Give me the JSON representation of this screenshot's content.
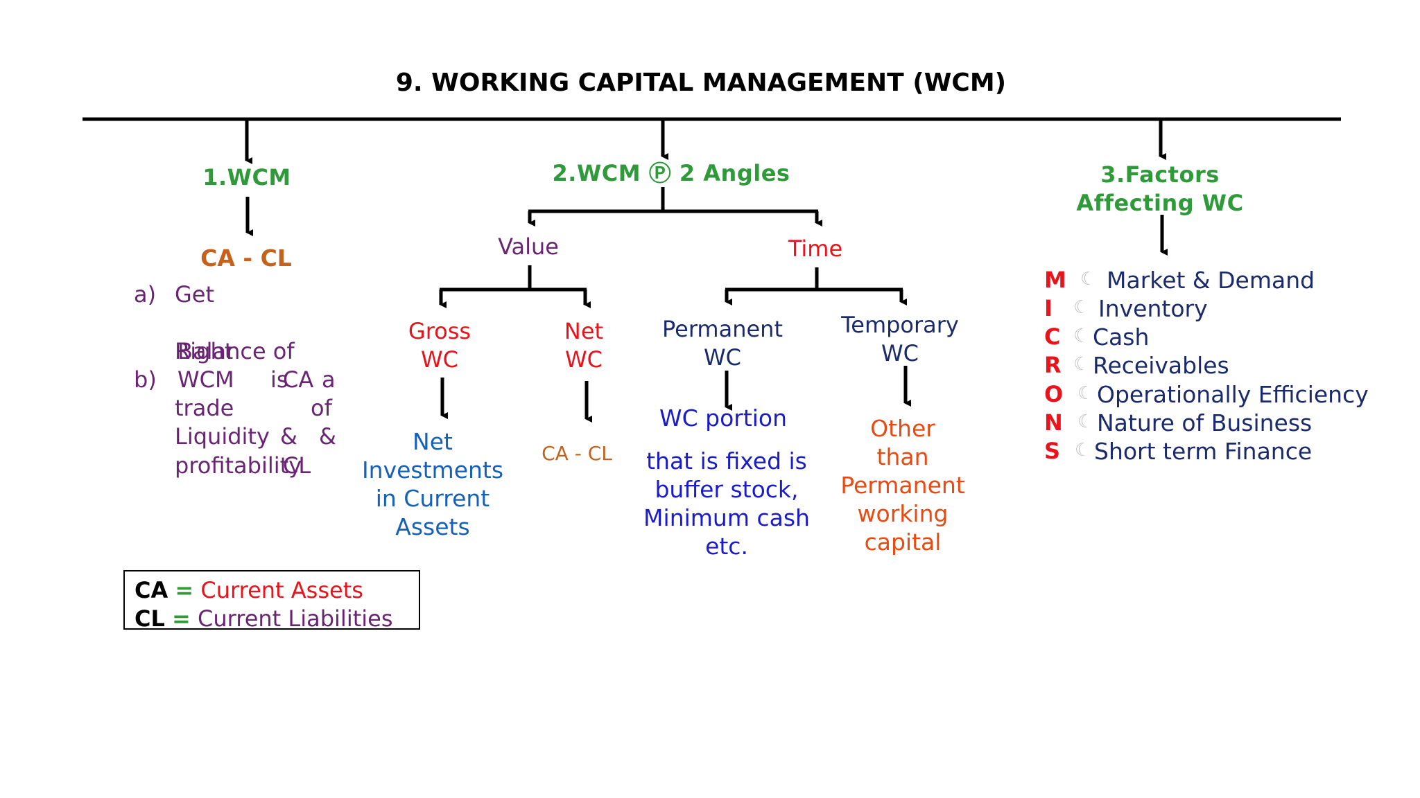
{
  "title": "9. WORKING CAPITAL MANAGEMENT (WCM)",
  "branch1": {
    "heading": "1.WCM",
    "formula": "CA - CL",
    "point_a_label": "a)",
    "point_a_text": "Get",
    "point_a_overlap_1": "Right",
    "point_a_overlap_2": "Balance of",
    "point_b_label": "b)",
    "point_b_line1": "WCM",
    "point_b_line1_mid": "is",
    "point_b_line1_right": "a",
    "point_b_line2": "trade",
    "point_b_line2_right": "of",
    "point_b_line3": "Liquidity",
    "point_b_line3_amp1": "&",
    "point_b_line3_amp2": "&",
    "point_b_line4": "profitability",
    "overlap_ca": "CA",
    "overlap_cl": "CL"
  },
  "branch2": {
    "heading": "2.WCM Ⓟ 2 Angles",
    "value": {
      "label": "Value",
      "gross": {
        "line1": "Gross",
        "line2": "WC",
        "desc": [
          "Net",
          "Investments",
          "in Current",
          "Assets"
        ]
      },
      "net": {
        "line1": "Net",
        "line2": "WC",
        "desc": "CA - CL"
      }
    },
    "time": {
      "label": "Time",
      "permanent": {
        "line1": "Permanent",
        "line2": "WC",
        "desc_head": "WC portion",
        "desc": [
          "that is fixed is",
          "buffer stock,",
          "Minimum cash",
          "etc."
        ]
      },
      "temporary": {
        "line1": "Temporary",
        "line2": "WC",
        "desc": [
          "Other",
          "than",
          "Permanent",
          "working",
          "capital"
        ]
      }
    }
  },
  "branch3": {
    "heading_line1": "3.Factors",
    "heading_line2": "Affecting WC",
    "bullet_glyph": "☾",
    "factors": [
      {
        "letter": "M",
        "text": "Market & Demand"
      },
      {
        "letter": "I",
        "text": "Inventory"
      },
      {
        "letter": "C",
        "text": "Cash"
      },
      {
        "letter": "R",
        "text": "Receivables"
      },
      {
        "letter": "O",
        "text": "Operationally Efficiency"
      },
      {
        "letter": "N",
        "text": "Nature of Business"
      },
      {
        "letter": "S",
        "text": "Short term Finance"
      }
    ]
  },
  "legend": {
    "rows": [
      {
        "abbr": "CA",
        "eq": "=",
        "full": "Current Assets"
      },
      {
        "abbr": "CL",
        "eq": "=",
        "full": "Current Liabilities"
      }
    ]
  },
  "colors": {
    "heading_green": "#2e9a3a",
    "formula_orange": "#c4621b",
    "purple": "#6a2474",
    "red": "#e8141b",
    "navy": "#1a2a6b",
    "blue": "#1560b8",
    "bright_blue": "#1a1ccc",
    "orange_red": "#e84a12"
  }
}
